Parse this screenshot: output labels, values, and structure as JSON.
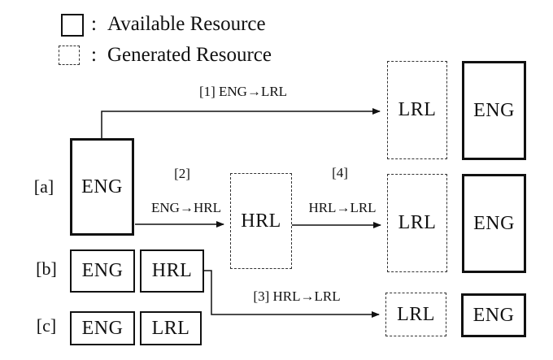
{
  "legend": {
    "separator": ":",
    "available": {
      "label": "Available Resource",
      "marker": "solid-square"
    },
    "generated": {
      "label": "Generated Resource",
      "marker": "dashed-square"
    }
  },
  "row_labels": {
    "a": "[a]",
    "b": "[b]",
    "c": "[c]"
  },
  "boxes": {
    "row_a_eng": "ENG",
    "generated_hrl": "HRL",
    "generated_lrl_top": "LRL",
    "available_eng_top": "ENG",
    "generated_lrl_mid": "LRL",
    "available_eng_mid": "ENG",
    "generated_lrl_bottom": "LRL",
    "available_eng_bottom": "ENG",
    "row_b_eng": "ENG",
    "row_b_hrl": "HRL",
    "row_c_eng": "ENG",
    "row_c_lrl": "LRL"
  },
  "arrows": {
    "step1_label": "[1] ENG→LRL",
    "step2_tag": "[2]",
    "step2_label": "ENG→HRL",
    "step4_tag": "[4]",
    "step4_label": "HRL→LRL",
    "step3_label": "[3] HRL→LRL"
  },
  "colors": {
    "ink": "#111111",
    "background": "#ffffff"
  }
}
